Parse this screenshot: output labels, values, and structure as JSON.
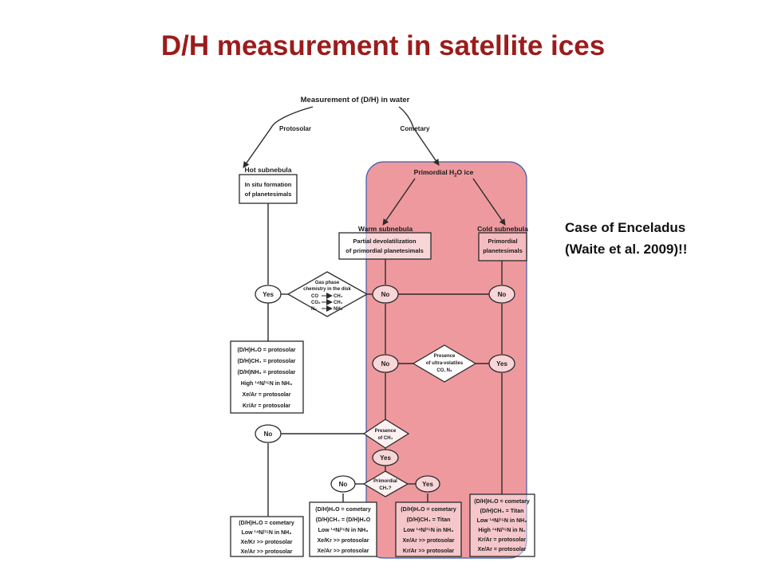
{
  "title": "D/H measurement in satellite ices",
  "note": {
    "line1": "Case of Enceladus",
    "line2": "(Waite et al. 2009)!!"
  },
  "colors": {
    "title": "#9b1c1c",
    "highlight_fill": "#e0464f",
    "highlight_border": "#3a5fae",
    "line": "#2b2b2b"
  },
  "diagram": {
    "root": "Measurement of (D/H) in water",
    "branch_protosolar": "Protosolar",
    "branch_cometary": "Cometary",
    "hot": {
      "header": "Hot subnebula",
      "box": [
        "In situ formation",
        "of planetesimals"
      ]
    },
    "primordial_ice": {
      "base": "Primordial H",
      "sub": "2",
      "tail": "O ice"
    },
    "warm": {
      "header": "Warm subnebula",
      "box": [
        "Partial devolatilization",
        "of primordial planetesimals"
      ]
    },
    "cold": {
      "header": "Cold subnebula",
      "box": [
        "Primordial",
        "planetesimals"
      ]
    },
    "gas_phase": {
      "lines": [
        "Gas phase",
        "chemistry in the disk"
      ],
      "reactions": [
        {
          "from": "CO",
          "to": "CH₄"
        },
        {
          "from": "CO₂",
          "to": "CH₄"
        },
        {
          "from": "N₂",
          "to": "NH₃"
        }
      ]
    },
    "ultra": {
      "lines": [
        "Presence",
        "of ultra-volatiles",
        "CO, N₂"
      ]
    },
    "presence_ch4": {
      "lines": [
        "Presence",
        "of CH₄"
      ]
    },
    "primordial_ch4": {
      "lines": [
        "Primordial",
        "CH₄?"
      ]
    },
    "yes": "Yes",
    "no": "No",
    "result_protosolar": [
      "(D/H)H₂O = protosolar",
      "(D/H)CH₄ = protosolar",
      "(D/H)NH₃ = protosolar",
      "High ¹⁴N/¹⁵N in NH₃",
      "Xe/Ar = protosolar",
      "Kr/Ar = protosolar"
    ],
    "result_left_bottom": [
      "(D/H)H₂O = cometary",
      "Low ¹⁴N/¹⁵N in NH₃",
      "Xe/Kr >> protosolar",
      "Xe/Ar >> protosolar"
    ],
    "result_mid_no": [
      "(D/H)H₂O = cometary",
      "(D/H)CH₄ = (D/H)H₂O",
      "Low ¹⁴N/¹⁵N in NH₃",
      "Xe/Kr >> protosolar",
      "Xe/Ar >> protosolar"
    ],
    "result_mid_yes": [
      "(D/H)H₂O = cometary",
      "(D/H)CH₄ = Titan",
      "Low ¹⁴N/¹⁵N in NH₃",
      "Xe/Ar >> protosolar",
      "Kr/Ar >> protosolar"
    ],
    "result_cold": [
      "(D/H)H₂O = cometary",
      "(D/H)CH₄ = Titan",
      "Low ¹⁴N/¹⁵N in NH₃",
      "High ¹⁴N/¹⁵N in N₂",
      "Kr/Ar = protosolar",
      "Xe/Ar = protosolar"
    ]
  }
}
